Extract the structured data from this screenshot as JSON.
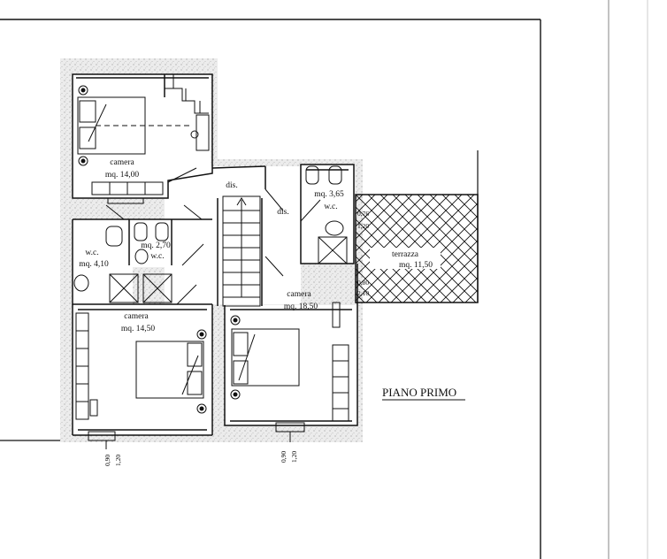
{
  "rooms": {
    "camera_top": {
      "name": "camera",
      "area": "mq. 14,00"
    },
    "wc_left": {
      "name": "w.c.",
      "area": "mq. 4,10"
    },
    "wc_small": {
      "name": "w.c.",
      "area": "mq. 2,70"
    },
    "wc_right": {
      "name": "w.c.",
      "area": "mq. 3,65"
    },
    "camera_bottom_left": {
      "name": "camera",
      "area": "mq. 14,50"
    },
    "camera_right": {
      "name": "camera",
      "area": "mq. 18,50"
    },
    "terrazza": {
      "name": "terrazza",
      "area": "mq. 11,50"
    },
    "dis_1": {
      "name": "dis."
    },
    "dis_2": {
      "name": "dis."
    }
  },
  "dimensions": {
    "terrace_window_a": "0,76",
    "terrace_window_b": "1,20",
    "terrace_door_a": "0,80",
    "terrace_door_b": "2,10",
    "window_left_a": "0,90",
    "window_left_b": "1,20",
    "window_right_a": "0,90",
    "window_right_b": "1,20"
  },
  "title": "PIANO PRIMO",
  "colors": {
    "line": "#111111",
    "wall_fill": "#dcdcdc"
  }
}
